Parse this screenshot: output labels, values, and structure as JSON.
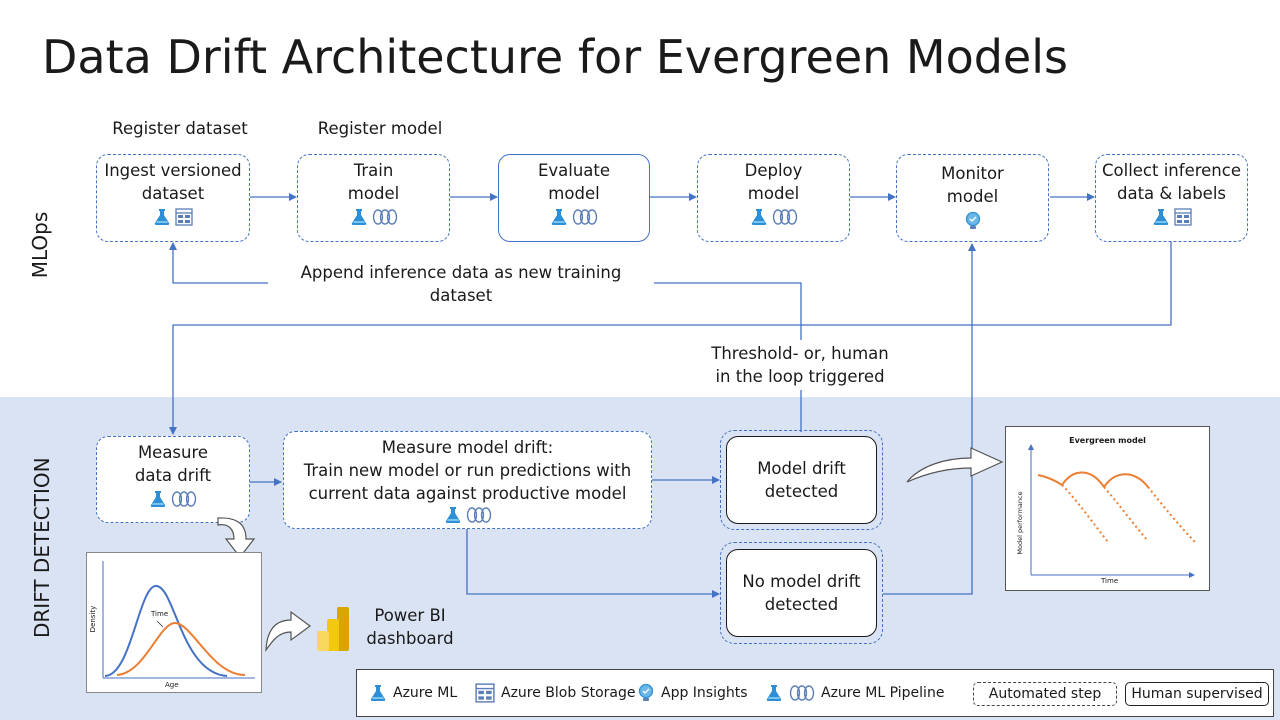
{
  "title": "Data Drift Architecture for Evergreen Models",
  "sections": {
    "mlops": "MLOps",
    "drift": "DRIFT DETECTION"
  },
  "top_labels": {
    "register_dataset": "Register dataset",
    "register_model": "Register model"
  },
  "steps": {
    "ingest": {
      "line1": "Ingest versioned",
      "line2": "dataset"
    },
    "train": {
      "line1": "Train",
      "line2": "model"
    },
    "evaluate": {
      "line1": "Evaluate",
      "line2": "model"
    },
    "deploy": {
      "line1": "Deploy",
      "line2": "model"
    },
    "monitor": {
      "line1": "Monitor",
      "line2": "model"
    },
    "collect": {
      "line1": "Collect inference",
      "line2": "data & labels"
    },
    "measure_data": {
      "line1": "Measure",
      "line2": "data drift"
    },
    "measure_model": {
      "line1": "Measure model drift:",
      "line2": "Train new model or run predictions with",
      "line3": "current data against productive model"
    },
    "drift_detected": {
      "line1": "Model drift",
      "line2": "detected"
    },
    "no_drift": {
      "line1": "No model drift",
      "line2": "detected"
    }
  },
  "annotations": {
    "append": {
      "line1": "Append inference data as new training",
      "line2": "dataset"
    },
    "threshold": {
      "line1": "Threshold- or, human",
      "line2": "in the loop triggered"
    },
    "powerbi": {
      "line1": "Power BI",
      "line2": "dashboard"
    }
  },
  "density_chart": {
    "ylabel": "Density",
    "xlabel": "Age",
    "annotation": "Time"
  },
  "evergreen_chart": {
    "title": "Evergreen model",
    "ylabel": "Model performance",
    "xlabel": "Time"
  },
  "legend": {
    "azure_ml": "Azure ML",
    "blob": "Azure Blob Storage",
    "insights": "App Insights",
    "pipeline": "Azure ML Pipeline",
    "automated": "Automated step",
    "human": "Human supervised"
  },
  "colors": {
    "accent": "#4472c4",
    "orange": "#ed7d31",
    "band": "#dae3f3",
    "flask": "#2e8fd6"
  }
}
